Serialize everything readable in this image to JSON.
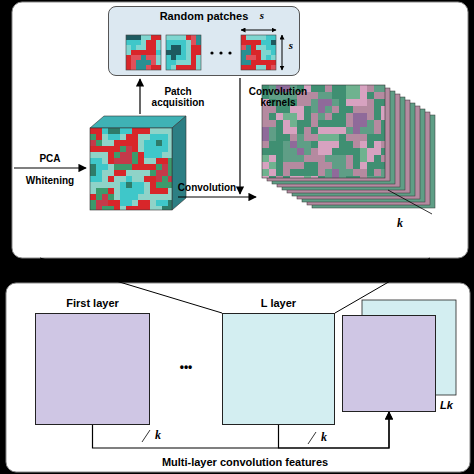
{
  "diagram": {
    "nodes": [
      {
        "text": [
          "Random patches"
        ]
      },
      {
        "text": [
          "First layer"
        ]
      },
      {
        "text": [
          "L layer"
        ]
      },
      {
        "text": [
          "Lk"
        ]
      }
    ],
    "edges": [
      {
        "from": 1,
        "to": 3,
        "arrow": "to"
      },
      {
        "from": 2,
        "to": 3,
        "arrow": "to"
      }
    ],
    "labels": [
      "s",
      "s",
      "Patch acquisition",
      "Convolution kernels",
      "PCA",
      "Whitening",
      "Convolution",
      "k",
      "•••",
      "k",
      "k",
      "Multi-layer convolution features"
    ]
  }
}
